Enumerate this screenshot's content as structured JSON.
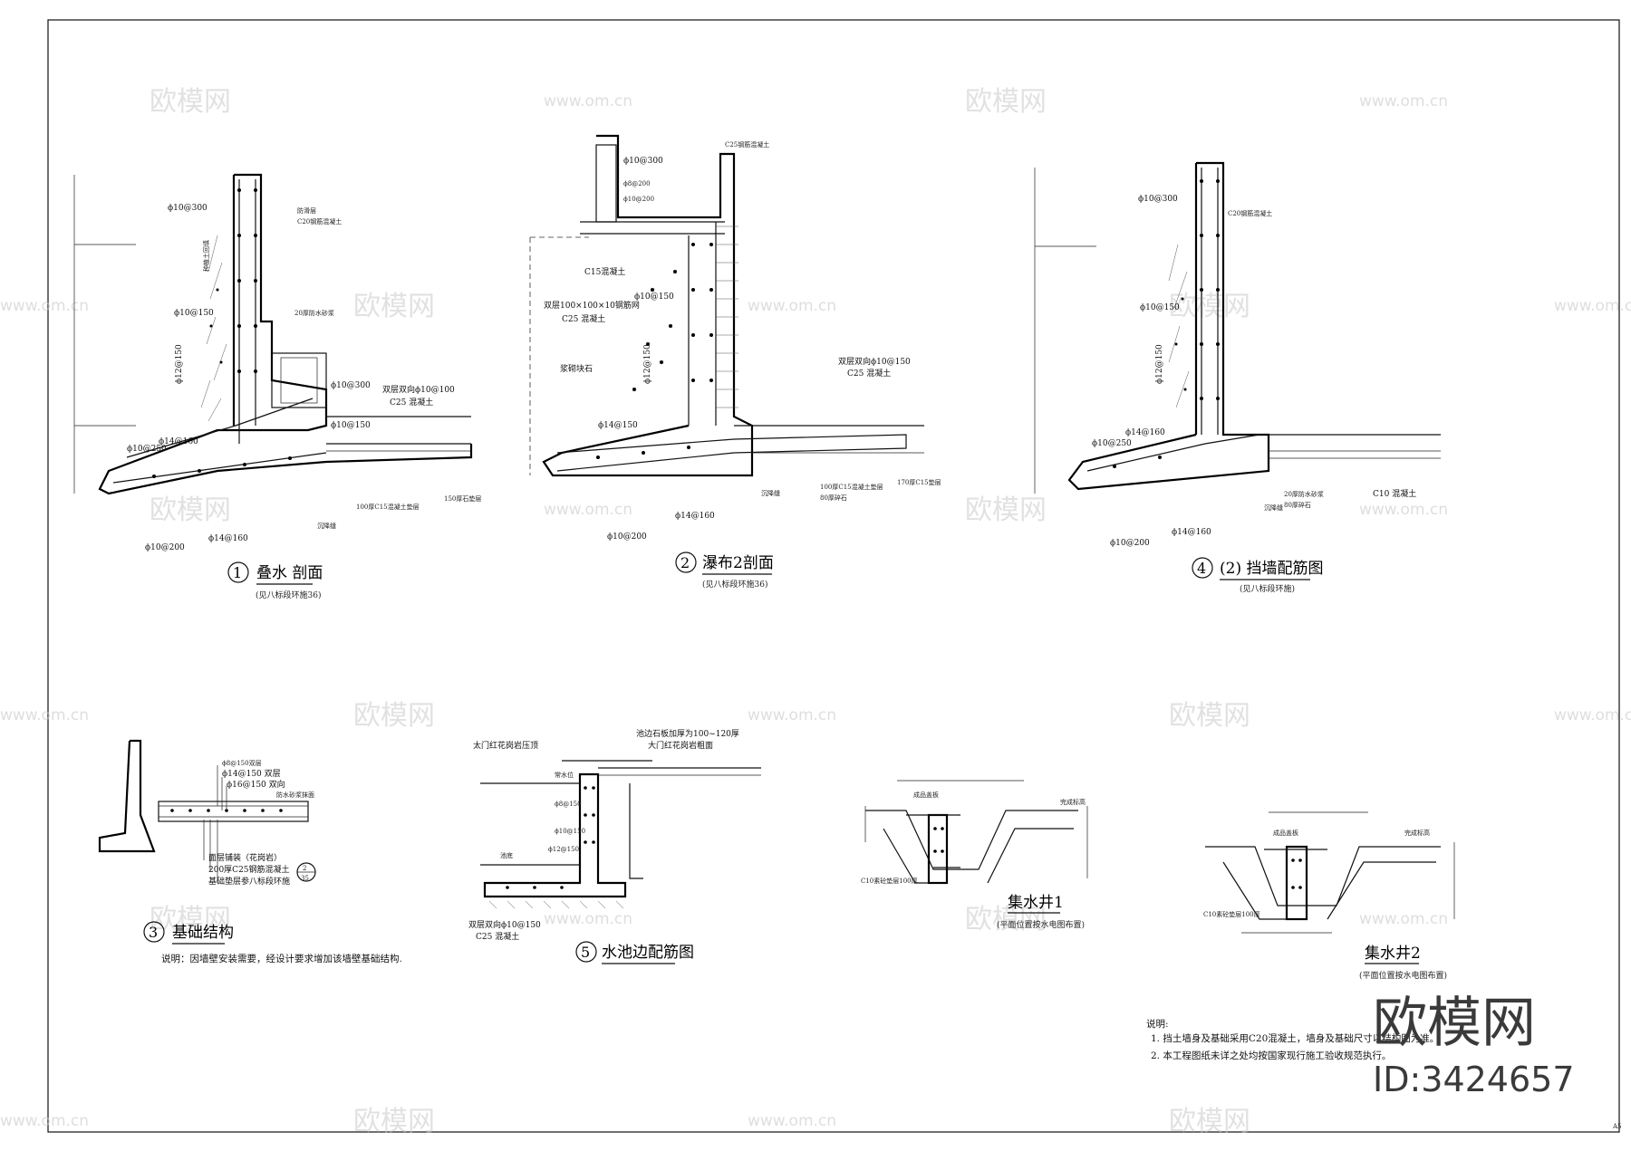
{
  "sheet_no": "A5",
  "watermark": {
    "brand": "欧模网",
    "url": "www.om.cn"
  },
  "brand_block": {
    "name": "欧模网",
    "id": "ID:3424657"
  },
  "detail1": {
    "number": "1",
    "title": "叠水 剖面",
    "subtitle": "(见八标段环施36)",
    "labels": [
      "ϕ10@300",
      "ϕ10@150",
      "ϕ12@150",
      "ϕ14@160",
      "ϕ10@250",
      "ϕ10@200",
      "ϕ14@160",
      "ϕ10@300",
      "ϕ10@150",
      "双层双向ϕ10@100",
      "C25 混凝土",
      "C20钢筋混凝土",
      "防滑层",
      "20厚防水砂浆",
      "种植土回填",
      "100厚C15混凝土垫层",
      "150厚石垫层",
      "沉降缝"
    ]
  },
  "detail2": {
    "number": "2",
    "title": "瀑布2剖面",
    "subtitle": "(见八标段环施36)",
    "labels": [
      "ϕ10@300",
      "ϕ8@200",
      "ϕ10@200",
      "C15混凝土",
      "双层100×100×10钢筋网",
      "C25 混凝土",
      "浆砌块石",
      "ϕ10@150",
      "ϕ12@150",
      "ϕ14@150",
      "ϕ10@200",
      "ϕ14@160",
      "双层双向ϕ10@150",
      "C25 混凝土",
      "C25钢筋混凝土",
      "沉降缝",
      "100厚C15混凝土垫层",
      "80厚碎石",
      "170厚C15垫层"
    ]
  },
  "detail4": {
    "number": "4",
    "title": "(2) 挡墙配筋图",
    "subtitle": "(见八标段环施)",
    "labels": [
      "ϕ10@300",
      "ϕ10@150",
      "ϕ12@150",
      "ϕ14@160",
      "ϕ10@250",
      "ϕ10@200",
      "ϕ14@160",
      "C20钢筋混凝土",
      "C10 混凝土",
      "20厚防水砂浆",
      "80厚碎石",
      "沉降缝"
    ]
  },
  "detail3": {
    "number": "3",
    "title": "基础结构",
    "labels": [
      "ϕ8@150双层",
      "ϕ14@150 双层",
      "ϕ16@150 双向",
      "防水砂浆抹面",
      "面层铺装（花岗岩）",
      "200厚C25钢筋混凝土",
      "基础垫层参八标段环施"
    ],
    "ref_top": "2",
    "ref_bottom": "35",
    "note": "说明：因墙壁安装需要，经设计要求增加该墙壁基础结构."
  },
  "detail5": {
    "number": "5",
    "title": "水池边配筋图",
    "labels": [
      "太门红花岗岩压顶",
      "池边石板加厚为100~120厚",
      "大门红花岗岩粗面",
      "常水位",
      "池底",
      "ϕ8@150",
      "ϕ10@150",
      "ϕ12@150",
      "双层双向ϕ10@150",
      "C25 混凝土"
    ]
  },
  "sump1": {
    "title": "集水井1",
    "subtitle": "(平面位置按水电图布置)",
    "labels": [
      "成品盖板",
      "完成标高",
      "C10素砼垫层100厚"
    ]
  },
  "sump2": {
    "title": "集水井2",
    "subtitle": "(平面位置按水电图布置)",
    "labels": [
      "成品盖板",
      "完成标高",
      "C10素砼垫层100厚"
    ]
  },
  "notes": {
    "heading": "说明:",
    "items": [
      "1. 挡土墙身及基础采用C20混凝土，墙身及基础尺寸以结构图为准。",
      "2. 本工程图纸未详之处均按国家现行施工验收规范执行。"
    ]
  }
}
